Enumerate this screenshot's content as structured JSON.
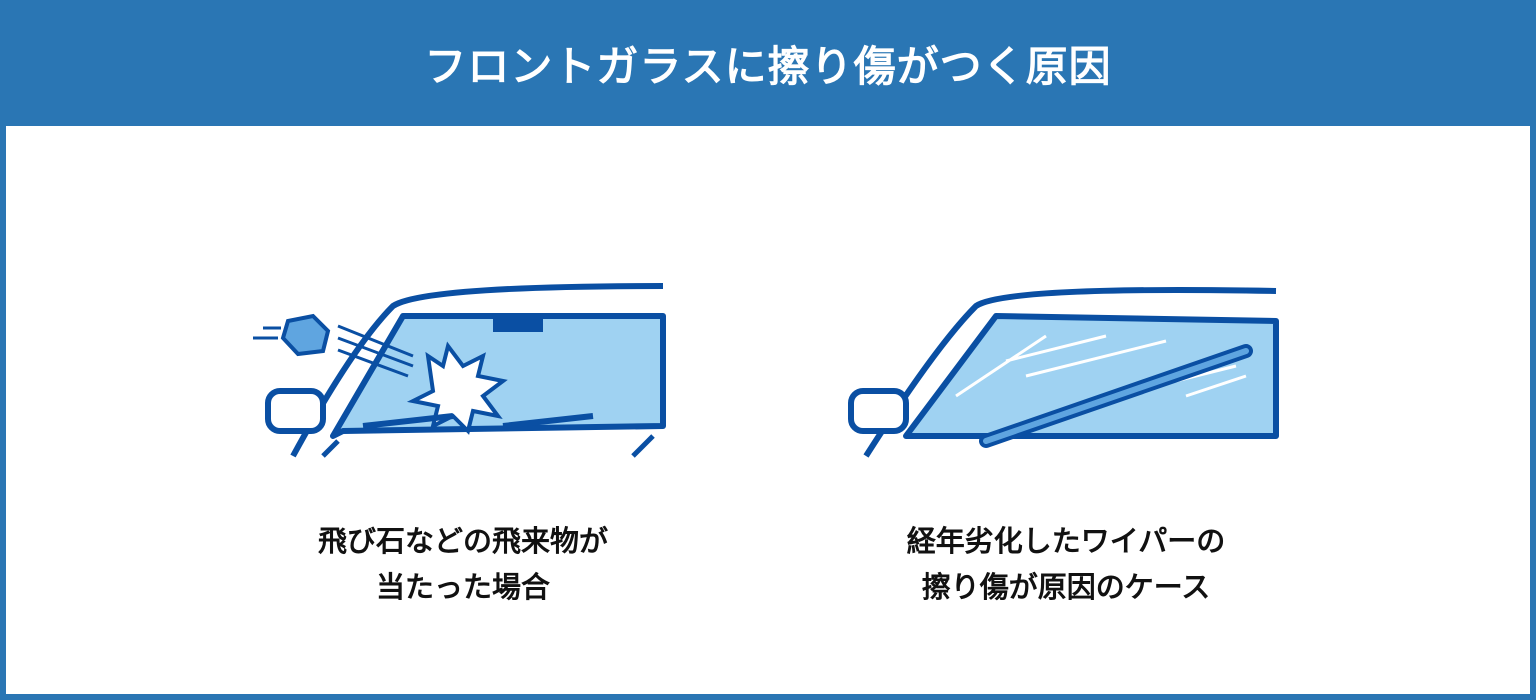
{
  "header": {
    "title": "フロントガラスに擦り傷がつく原因"
  },
  "cards": [
    {
      "icon": "windshield-stone-impact-icon",
      "caption_line1": "飛び石などの飛来物が",
      "caption_line2": "当たった場合"
    },
    {
      "icon": "windshield-wiper-scratch-icon",
      "caption_line1": "経年劣化したワイパーの",
      "caption_line2": "擦り傷が原因のケース"
    }
  ],
  "colors": {
    "brand": "#2a76b4",
    "glass": "#9fd2f2",
    "outline": "#0a4fa3"
  }
}
